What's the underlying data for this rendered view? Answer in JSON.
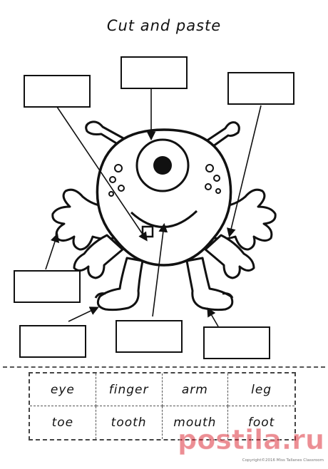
{
  "worksheet": {
    "title": "Cut and paste",
    "words": [
      "eye",
      "finger",
      "arm",
      "leg",
      "toe",
      "tooth",
      "mouth",
      "foot"
    ],
    "copyright": "Copyright©2016 Miss Tallanes Classroom",
    "watermark": "postila.ru"
  },
  "answer_boxes": [
    "box-top-left",
    "box-top-center",
    "box-top-right",
    "box-mid-left",
    "box-bottom-left",
    "box-bottom-center",
    "box-bottom-right"
  ],
  "icons": [
    "monster-illustration",
    "scissors-cut-line",
    "watermark-logo"
  ]
}
